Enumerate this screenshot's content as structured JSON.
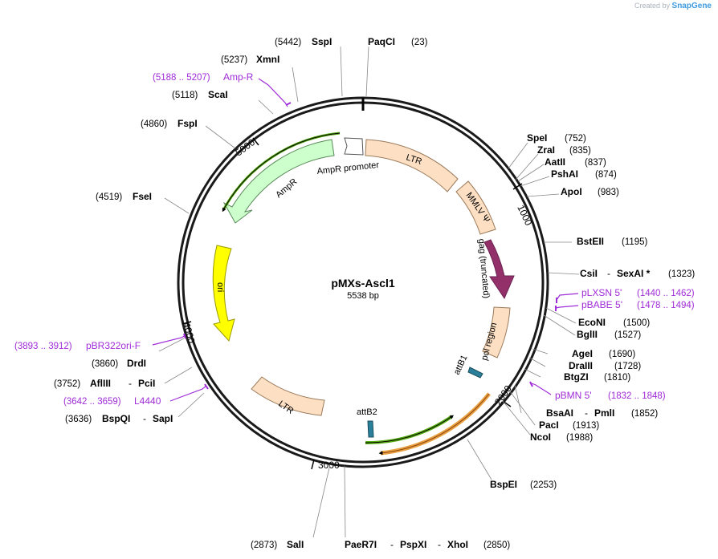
{
  "credit": {
    "prefix": "Created by",
    "brand": "SnapGene"
  },
  "plasmid": {
    "name": "pMXs-Ascl1",
    "length": "5538 bp"
  },
  "ticks": [
    "1000",
    "2000",
    "3000",
    "4000",
    "5000"
  ],
  "features": {
    "ltr1": "LTR",
    "mmlv": "MMLV Ψ",
    "gag": "gag (truncated)",
    "pol": "pol region",
    "attb1": "attB1",
    "attb2": "attB2",
    "ltr2": "LTR",
    "ori": "ori",
    "ampr": "AmpR",
    "ampr_promoter": "AmpR promoter"
  },
  "enzymes": {
    "sspi": {
      "name": "SspI",
      "pos": "(5442)"
    },
    "paqci": {
      "name": "PaqCI",
      "pos": "(23)"
    },
    "xmni": {
      "name": "XmnI",
      "pos": "(5237)"
    },
    "scai": {
      "name": "ScaI",
      "pos": "(5118)"
    },
    "fspi": {
      "name": "FspI",
      "pos": "(4860)"
    },
    "fsei": {
      "name": "FseI",
      "pos": "(4519)"
    },
    "drdi": {
      "name": "DrdI",
      "pos": "(3860)"
    },
    "afliii": {
      "name": "AflIII",
      "name2": "PciI",
      "pos": "(3752)"
    },
    "bspqi": {
      "name": "BspQI",
      "name2": "SapI",
      "pos": "(3636)"
    },
    "spei": {
      "name": "SpeI",
      "pos": "(752)"
    },
    "zrai": {
      "name": "ZraI",
      "pos": "(835)"
    },
    "aatii": {
      "name": "AatII",
      "pos": "(837)"
    },
    "pshai": {
      "name": "PshAI",
      "pos": "(874)"
    },
    "apoi": {
      "name": "ApoI",
      "pos": "(983)"
    },
    "bsteii": {
      "name": "BstEII",
      "pos": "(1195)"
    },
    "csii": {
      "name": "CsiI",
      "name2": "SexAI *",
      "pos": "(1323)"
    },
    "econi": {
      "name": "EcoNI",
      "pos": "(1500)"
    },
    "bglii": {
      "name": "BglII",
      "pos": "(1527)"
    },
    "agei": {
      "name": "AgeI",
      "pos": "(1690)"
    },
    "draiii": {
      "name": "DraIII",
      "pos": "(1728)"
    },
    "btgzi": {
      "name": "BtgZI",
      "pos": "(1810)"
    },
    "bsaai": {
      "name": "BsaAI",
      "name2": "PmlI",
      "pos": "(1852)"
    },
    "paci": {
      "name": "PacI",
      "pos": "(1913)"
    },
    "ncoi": {
      "name": "NcoI",
      "pos": "(1988)"
    },
    "bspei": {
      "name": "BspEI",
      "pos": "(2253)"
    },
    "sali": {
      "name": "SalI",
      "pos": "(2873)"
    },
    "paer7i": {
      "name": "PaeR7I",
      "name2": "PspXI",
      "name3": "XhoI",
      "pos": "(2850)"
    }
  },
  "primers": {
    "ampr": {
      "range": "(5188 .. 5207)",
      "name": "Amp-R"
    },
    "plxsn": {
      "name": "pLXSN 5'",
      "range": "(1440 .. 1462)"
    },
    "pbabe": {
      "name": "pBABE 5'",
      "range": "(1478 .. 1494)"
    },
    "pbmn": {
      "name": "pBMN 5'",
      "range": "(1832 .. 1848)"
    },
    "pbr322": {
      "range": "(3893 .. 3912)",
      "name": "pBR322ori-F"
    },
    "l4440": {
      "range": "(3642 .. 3659)",
      "name": "L4440"
    }
  },
  "colors": {
    "backbone": "#1a1a1a",
    "ltr": "#fde0c4",
    "gag": "#93306a",
    "ori": "#ffff00",
    "ampr": "#ccffcc",
    "attb": "#2a7f9a",
    "primer": "#a02bd8",
    "green_arrow": "#55aa11",
    "orange_arrow": "#c8701a"
  }
}
